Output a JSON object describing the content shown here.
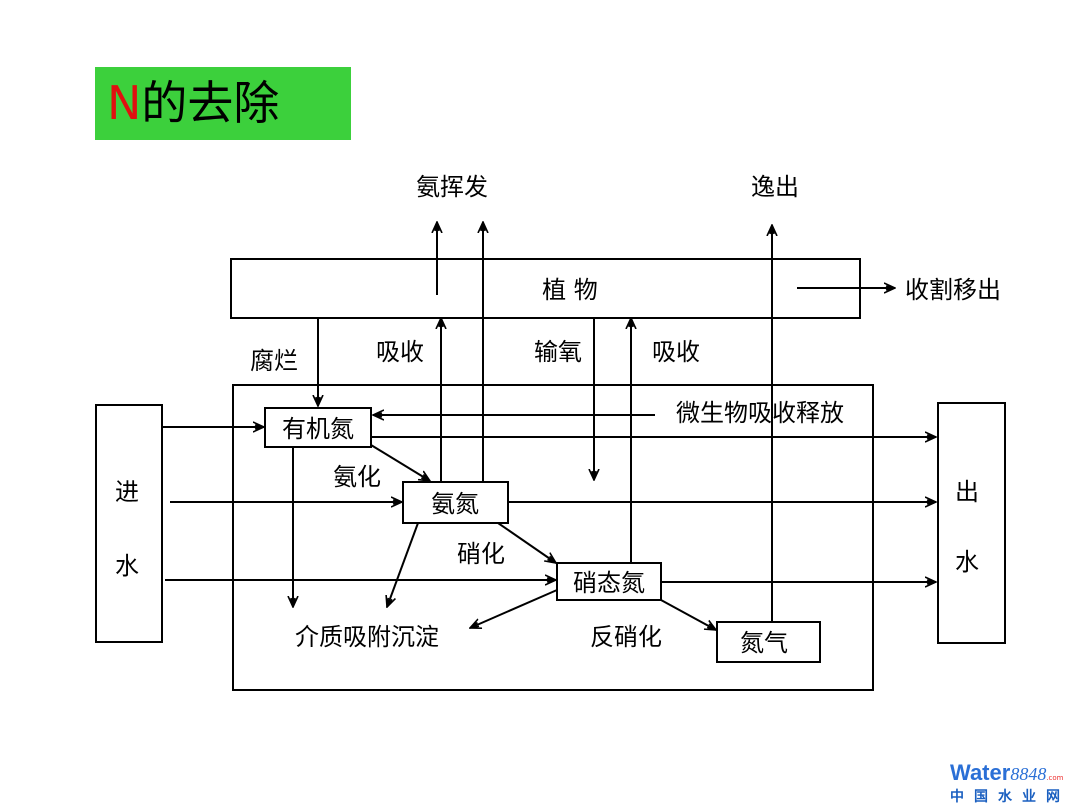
{
  "title": {
    "prefix": "N",
    "rest": "的去除",
    "bg_color": "#3cd03c",
    "prefix_color": "#e01010"
  },
  "nodes": {
    "plant": "植  物",
    "organic_n": "有机氮",
    "ammonia_n": "氨氮",
    "nitrate_n": "硝态氮",
    "nitrogen_gas": "氮气",
    "inflow_1": "进",
    "inflow_2": "水",
    "outflow_1": "出",
    "outflow_2": "水"
  },
  "labels": {
    "volatilization": "氨挥发",
    "escape": "逸出",
    "harvest": "收割移出",
    "decay": "腐烂",
    "uptake_left": "吸收",
    "oxygen_transport": "输氧",
    "uptake_right": "吸收",
    "microbial": "微生物吸收释放",
    "ammonification": "氨化",
    "nitrification": "硝化",
    "adsorption": "介质吸附沉淀",
    "denitrification": "反硝化"
  },
  "logo": {
    "brand": "Water",
    "number": "8848",
    "suffix": ".com",
    "cn": "中国水业网"
  }
}
